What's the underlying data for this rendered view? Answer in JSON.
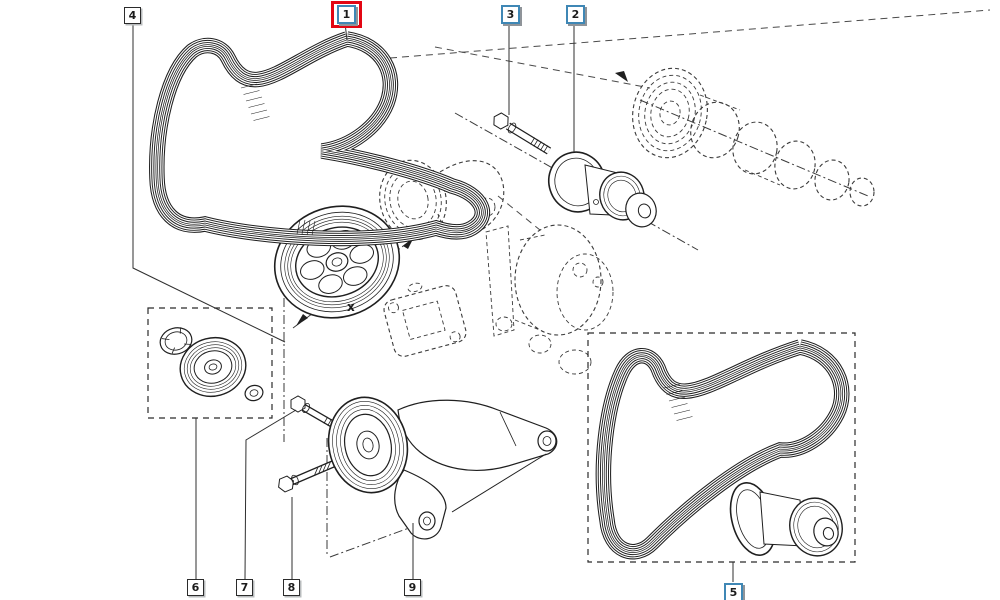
{
  "diagram": {
    "background": "#ffffff",
    "colors": {
      "ink": "#1f1f1f",
      "highlight_red": "#e30613",
      "callout_border_blue": "#3f87b5",
      "callout_border_black": "#2b2b2b",
      "callout_shadow": "#8f9499"
    },
    "callouts": [
      {
        "number": "4",
        "style": "plain",
        "selected": false
      },
      {
        "number": "1",
        "style": "blue",
        "selected": true
      },
      {
        "number": "3",
        "style": "blue",
        "selected": false
      },
      {
        "number": "2",
        "style": "blue",
        "selected": false
      },
      {
        "number": "6",
        "style": "plain",
        "selected": false
      },
      {
        "number": "7",
        "style": "plain",
        "selected": false
      },
      {
        "number": "8",
        "style": "plain",
        "selected": false
      },
      {
        "number": "9",
        "style": "plain",
        "selected": false
      },
      {
        "number": "5",
        "style": "blue",
        "selected": false
      }
    ],
    "annotations": [
      {
        "text": "x"
      }
    ],
    "part_icons": [
      {
        "callout": "1",
        "icon": "drive-belt-icon"
      },
      {
        "callout": "2",
        "icon": "tensioner-pulley-icon"
      },
      {
        "callout": "3",
        "icon": "bolt-icon"
      },
      {
        "callout": "4",
        "icon": "crankshaft-pulley-icon"
      },
      {
        "callout": "5",
        "icon": "belt-tensioner-kit-icon"
      },
      {
        "callout": "6",
        "icon": "pulley-kit-icon"
      },
      {
        "callout": "7",
        "icon": "bolt-icon"
      },
      {
        "callout": "8",
        "icon": "bolt-icon"
      },
      {
        "callout": "9",
        "icon": "tensioner-bracket-icon"
      }
    ]
  }
}
